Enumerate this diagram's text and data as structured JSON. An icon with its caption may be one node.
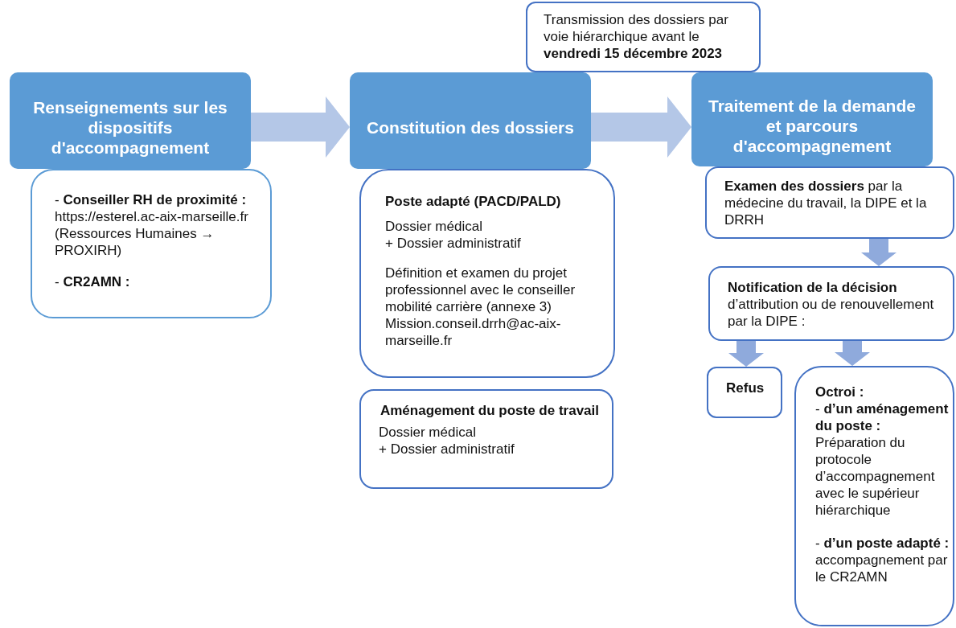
{
  "diagram": {
    "nodes": [
      {
        "text": [
          "Renseignements sur les dispositifs d'accompagnement"
        ]
      },
      {
        "text": [
          "- **Conseiller RH de proximité :** https://esterel.ac-aix-marseille.fr (Ressources Humaines → PROXIRH)",
          "- **CR2AMN :**"
        ]
      },
      {
        "text": [
          "Constitution des dossiers"
        ]
      },
      {
        "text": [
          "Poste adapté (PACD/PALD)",
          "Dossier médical",
          "+ Dossier administratif",
          "Définition et examen du projet professionnel avec le conseiller mobilité carrière (annexe 3) Mission.conseil.drrh@ac-aix-marseille.fr"
        ]
      },
      {
        "text": [
          "Aménagement du poste de travail",
          "Dossier médical",
          "+ Dossier administratif"
        ]
      },
      {
        "text": [
          "Transmission des dossiers par voie hiérarchique avant le **vendredi 15 décembre 2023**"
        ]
      },
      {
        "text": [
          "Traitement de la demande et parcours d'accompagnement"
        ]
      },
      {
        "text": [
          "**Examen des dossiers** par la médecine du travail, la DIPE et la DRRH"
        ]
      },
      {
        "text": [
          "**Notification de la décision** d’attribution ou de renouvellement par la DIPE :"
        ]
      },
      {
        "text": [
          "Refus"
        ]
      },
      {
        "text": [
          "Octroi :",
          "- **d’un aménagement du poste :** Préparation du protocole d’accompagnement avec le supérieur hiérarchique",
          "- **d’un poste adapté :** accompagnement par le CR2AMN"
        ]
      }
    ],
    "edges": [
      {
        "from": 0,
        "to": 2,
        "arrow": "to",
        "color": "#b4c7e7"
      },
      {
        "from": 2,
        "to": 6,
        "arrow": "to",
        "color": "#b4c7e7"
      },
      {
        "from": 7,
        "to": 8,
        "arrow": "to"
      },
      {
        "from": 8,
        "to": 9,
        "arrow": "to"
      },
      {
        "from": 8,
        "to": 10,
        "arrow": "to"
      }
    ]
  }
}
